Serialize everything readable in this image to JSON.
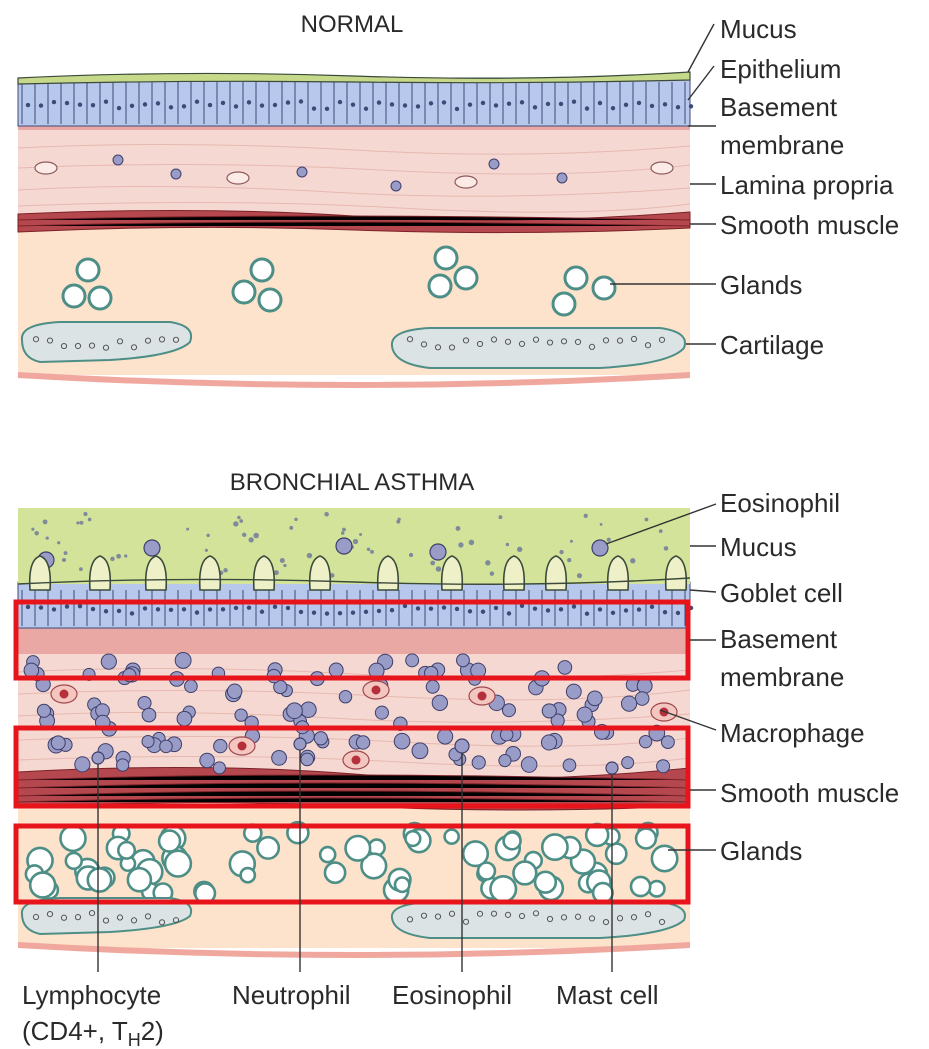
{
  "normal": {
    "title": "NORMAL",
    "labels": {
      "mucus": "Mucus",
      "epithelium": "Epithelium",
      "basement_line1": "Basement",
      "basement_line2": "membrane",
      "lamina_propria": "Lamina propria",
      "smooth_muscle": "Smooth muscle",
      "glands": "Glands",
      "cartilage": "Cartilage"
    }
  },
  "asthma": {
    "title": "BRONCHIAL ASTHMA",
    "labels": {
      "eosinophil": "Eosinophil",
      "mucus": "Mucus",
      "goblet_cell": "Goblet cell",
      "basement_line1": "Basement",
      "basement_line2": "membrane",
      "macrophage": "Macrophage",
      "smooth_muscle": "Smooth muscle",
      "glands": "Glands"
    },
    "bottom_labels": {
      "lymphocyte_line1": "Lymphocyte",
      "lymphocyte_line2": "(CD4+, T",
      "lymphocyte_sub": "H",
      "lymphocyte_end": "2)",
      "neutrophil": "Neutrophil",
      "eosinophil": "Eosinophil",
      "mast_cell": "Mast cell"
    }
  },
  "colors": {
    "highlight_box": "#e8141b",
    "mucus_green": "#d4e39a",
    "epithelium_blue": "#b8c8ec",
    "lamina_pink": "#f6d8d2",
    "basement_pink": "#eaa8a4",
    "smooth_muscle": "#b5484e",
    "submucosa_peach": "#fde3cc",
    "gland_teal": "#4d8e86",
    "cartilage_gray": "#dce3e5",
    "inflammatory_cell": "#9a9cc8"
  }
}
